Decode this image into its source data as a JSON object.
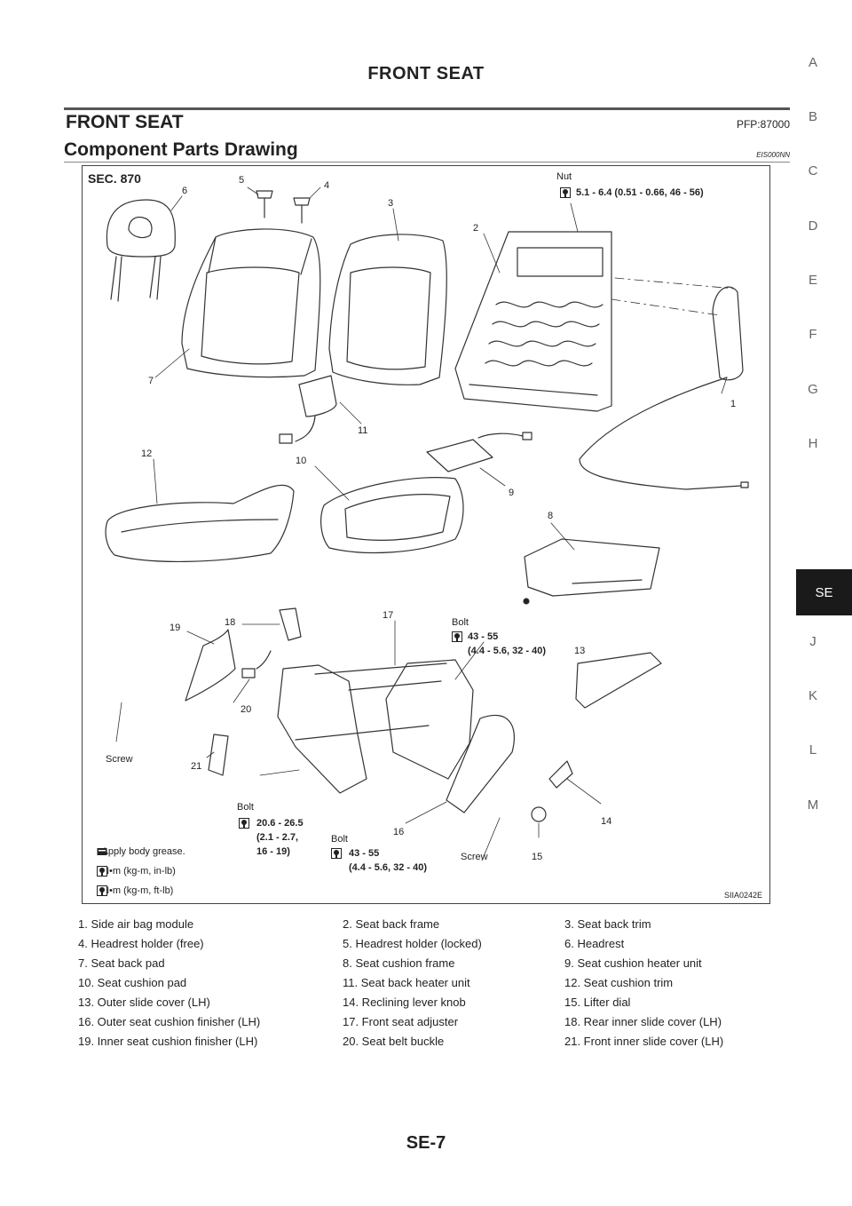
{
  "header": {
    "title": "FRONT SEAT"
  },
  "section": {
    "title": "FRONT SEAT",
    "pfp": "PFP:87000"
  },
  "subsection": {
    "title": "Component Parts Drawing",
    "ref": "EIS000NN"
  },
  "side_index": {
    "letters": [
      "A",
      "B",
      "C",
      "D",
      "E",
      "F",
      "G",
      "H",
      "SE",
      "J",
      "K",
      "L",
      "M"
    ],
    "active": "SE"
  },
  "figure": {
    "sec": "SEC. 870",
    "code": "SIIA0242E",
    "callouts": [
      "1",
      "2",
      "3",
      "4",
      "5",
      "6",
      "7",
      "8",
      "9",
      "10",
      "11",
      "12",
      "13",
      "14",
      "15",
      "16",
      "17",
      "18",
      "19",
      "20",
      "21"
    ],
    "nut": {
      "label": "Nut",
      "torque": "5.1 - 6.4 (0.51 - 0.66, 46 - 56)"
    },
    "bolt_upper": {
      "label": "Bolt",
      "line1": "43 - 55",
      "line2": "(4.4 - 5.6, 32 - 40)"
    },
    "bolt_left": {
      "label": "Bolt",
      "line1": "20.6 - 26.5",
      "line2": "(2.1 - 2.7,",
      "line3": "16 - 19)"
    },
    "bolt_lower": {
      "label": "Bolt",
      "line1": "43 - 55",
      "line2": "(4.4 - 5.6, 32 - 40)"
    },
    "screw_left": "Screw",
    "screw_right": "Screw",
    "legend": [
      ": Apply body grease.",
      ": N•m  (kg-m,  in-lb)",
      ": N•m  (kg-m,  ft-lb)"
    ]
  },
  "parts": [
    [
      "1.  Side air bag module",
      "2.  Seat back frame",
      "3.  Seat back trim"
    ],
    [
      "4.  Headrest holder (free)",
      "5.  Headrest holder (locked)",
      "6.  Headrest"
    ],
    [
      "7.  Seat back pad",
      "8.  Seat cushion frame",
      "9.  Seat cushion heater unit"
    ],
    [
      "10.  Seat cushion pad",
      "11.  Seat back heater unit",
      "12.  Seat cushion trim"
    ],
    [
      "13.  Outer slide cover (LH)",
      "14.  Reclining lever knob",
      "15.  Lifter dial"
    ],
    [
      "16.  Outer seat cushion finisher (LH)",
      "17.  Front seat adjuster",
      "18.  Rear inner slide cover (LH)"
    ],
    [
      "19.  Inner seat cushion finisher (LH)",
      "20.  Seat belt buckle",
      "21.  Front inner slide cover (LH)"
    ]
  ],
  "footer": {
    "page": "SE-7"
  }
}
